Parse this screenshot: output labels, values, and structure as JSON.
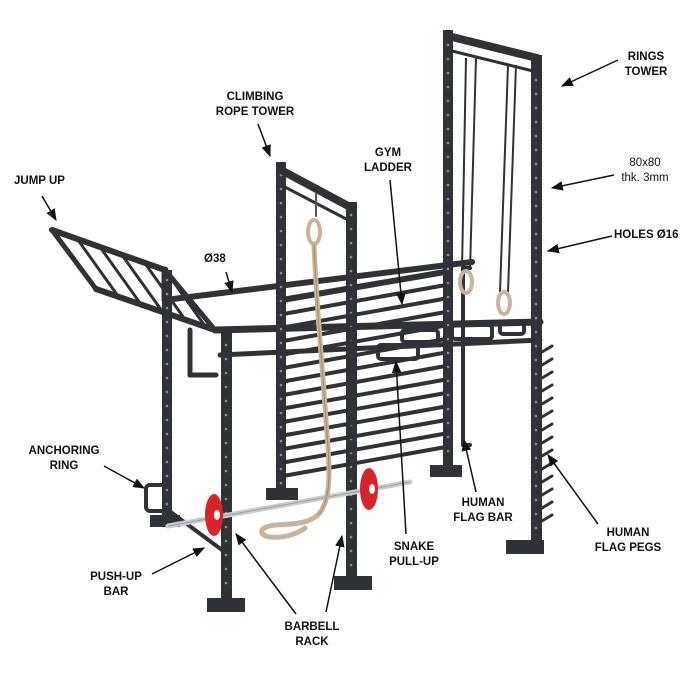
{
  "colors": {
    "steel": "#2f3337",
    "steel_dark": "#1f2225",
    "hole": "#8a8f94",
    "rope": "#c8b49c",
    "rope_dark": "#9f8a70",
    "plate_red": "#d8232a",
    "bar_silver": "#c9ccd0",
    "text": "#111111"
  },
  "labels": {
    "jump_up": "JUMP UP",
    "climbing_rope_tower": [
      "CLIMBING",
      "ROPE TOWER"
    ],
    "gym_ladder": [
      "GYM",
      "LADDER"
    ],
    "rings_tower": [
      "RINGS",
      "TOWER"
    ],
    "profile": [
      "80x80",
      "thk. 3mm"
    ],
    "holes": "HOLES Ø16",
    "tube_diameter": "Ø38",
    "anchoring_ring": [
      "ANCHORING",
      "RING"
    ],
    "human_flag_bar": [
      "HUMAN",
      "FLAG BAR"
    ],
    "human_flag_pegs": [
      "HUMAN",
      "FLAG PEGS"
    ],
    "snake_pull_up": [
      "SNAKE",
      "PULL-UP"
    ],
    "push_up_bar": [
      "PUSH-UP",
      "BAR"
    ],
    "barbell_rack": [
      "BARBELL",
      "RACK"
    ]
  }
}
